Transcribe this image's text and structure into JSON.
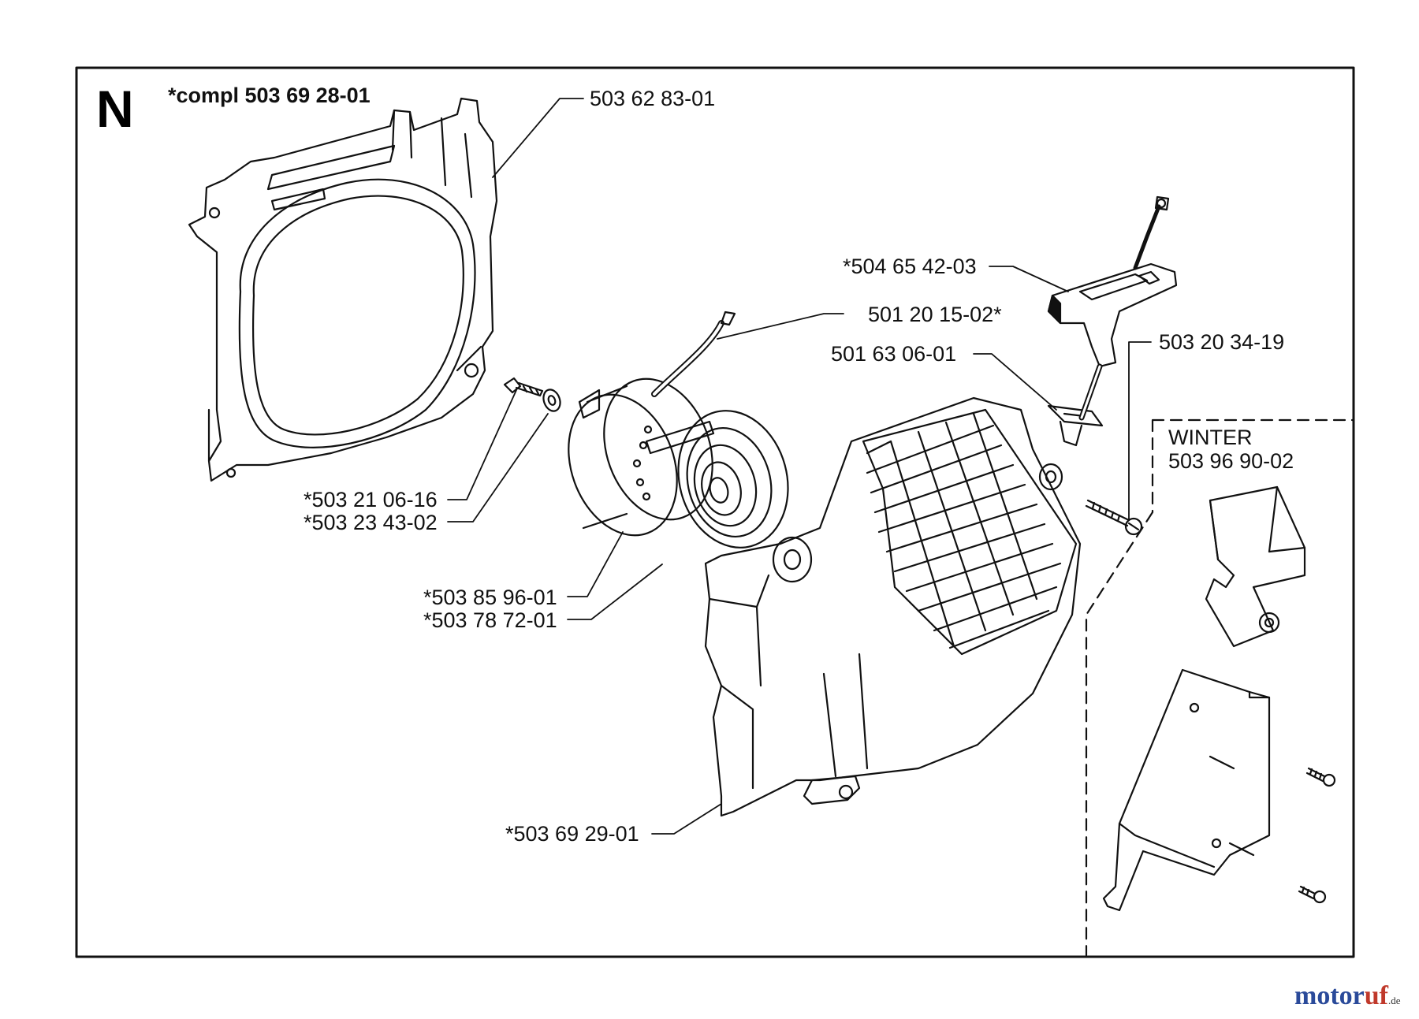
{
  "section_letter": "N",
  "compl_label": "*compl 503 69 28-01",
  "parts": {
    "fan_housing": "503 62 83-01",
    "handle": "*504 65 42-03",
    "rope": "501 20 15-02*",
    "bushing": "501 63 06-01",
    "handle_screw": "503 20 34-19",
    "screw": "*503 21 06-16",
    "washer": "*503 23 43-02",
    "pulley": "*503 85 96-01",
    "spring": "*503 78 72-01",
    "starter_cover": "*503 69 29-01"
  },
  "winter": {
    "title": "WINTER",
    "part_no": "503 96 90-02"
  },
  "watermark": {
    "brand_motor": "motor",
    "brand_uf": "uf",
    "tld": ".de"
  },
  "colors": {
    "line": "#111111",
    "watermark_motor": "#2a4a9a",
    "watermark_uf": "#c0392b"
  }
}
